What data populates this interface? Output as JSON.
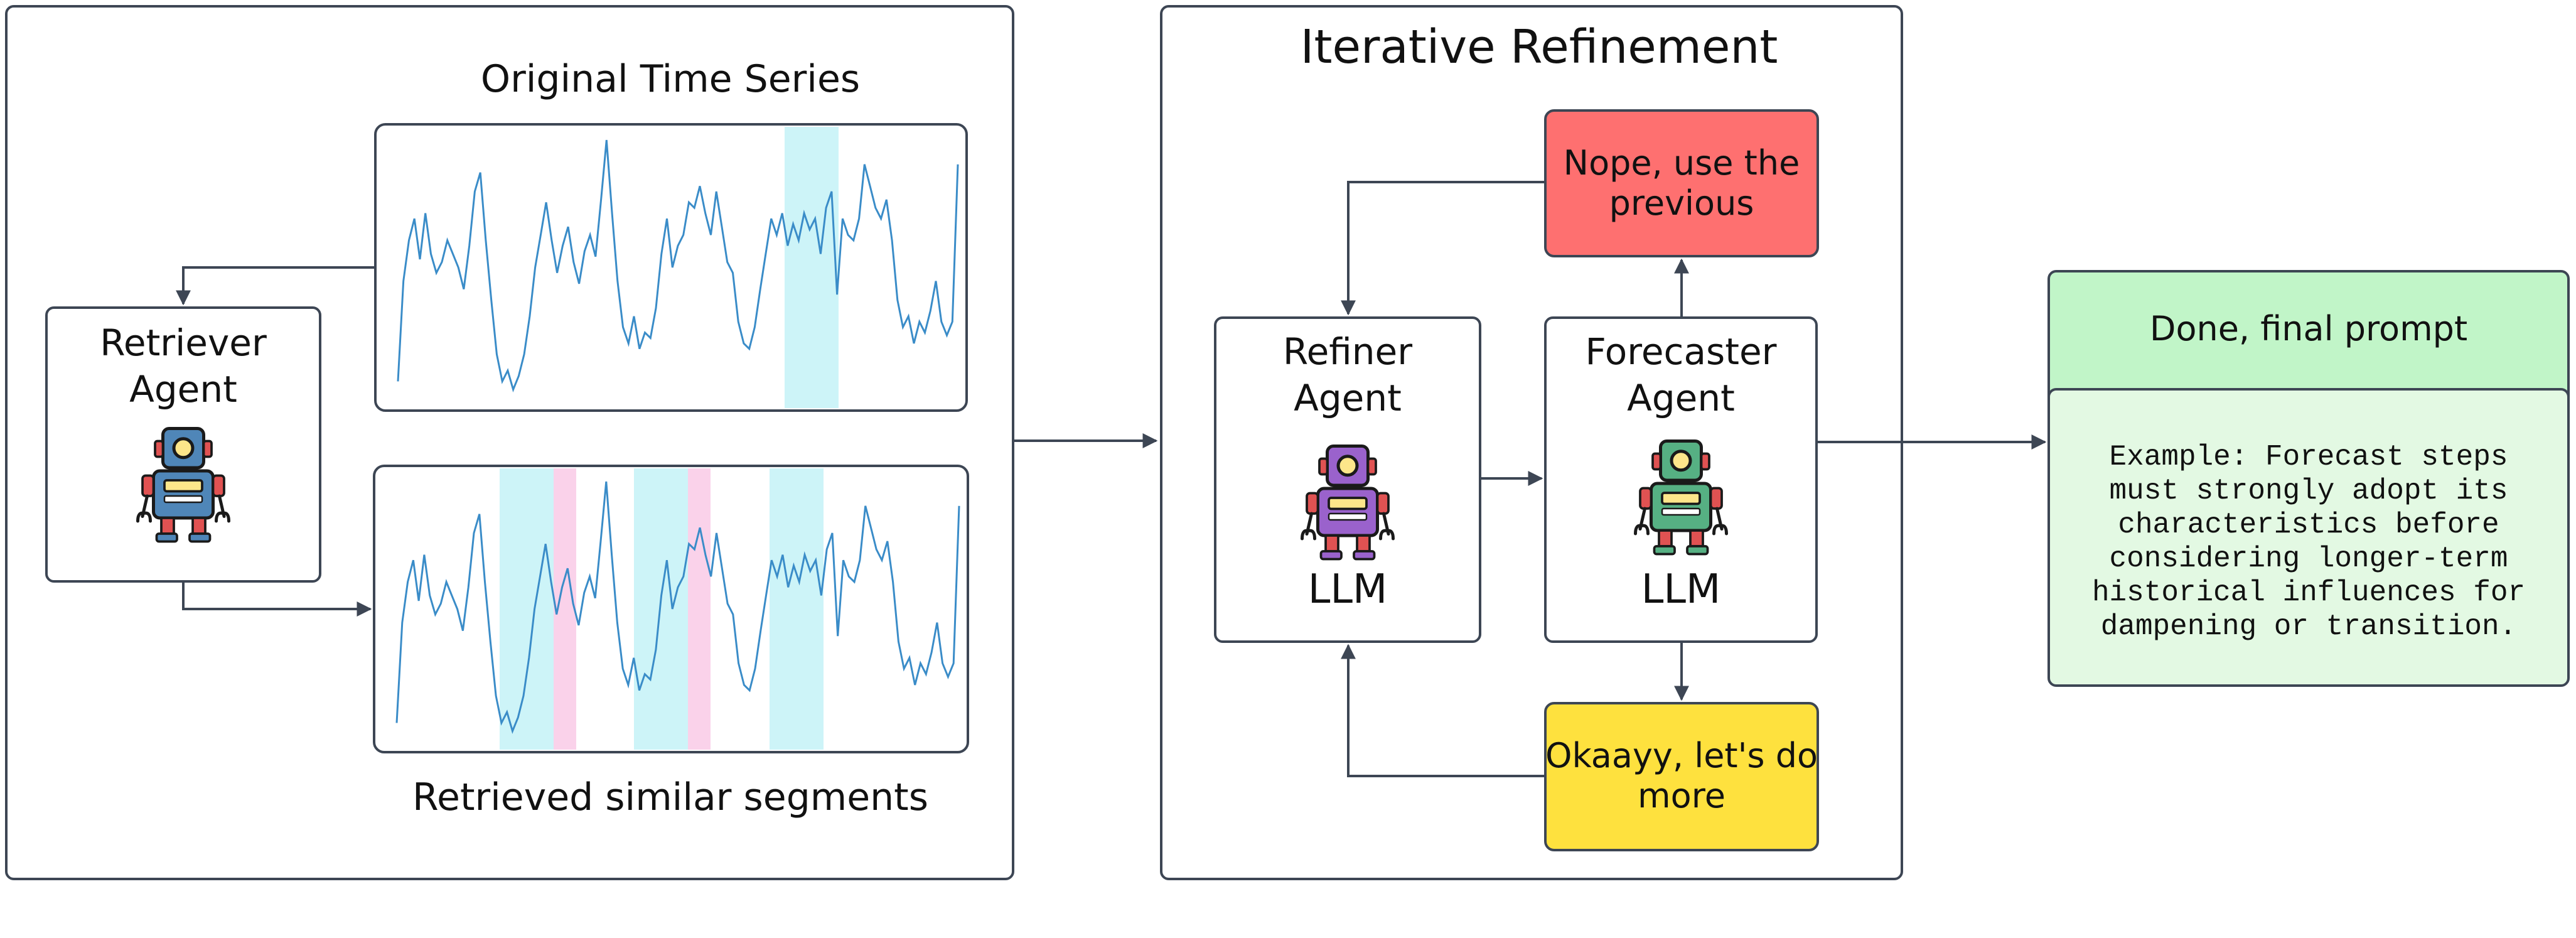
{
  "left_panel": {
    "original_title": "Original Time Series",
    "retrieved_title": "Retrieved similar segments",
    "retriever_label": [
      "Retriever",
      "Agent"
    ]
  },
  "middle_panel": {
    "title": "Iterative Refinement",
    "refiner_label": [
      "Refiner",
      "Agent"
    ],
    "refiner_llm": "LLM",
    "forecaster_label": [
      "Forecaster",
      "Agent"
    ],
    "forecaster_llm": "LLM",
    "reject_label": [
      "Nope, use the",
      "previous"
    ],
    "continue_label": [
      "Okaayy, let's do",
      "more"
    ]
  },
  "right_panel": {
    "done_label": "Done, final prompt",
    "example_lines": [
      "Example: Forecast steps",
      "must strongly adopt its",
      "characteristics before",
      "considering longer-term",
      "historical influences for",
      "dampening or transition."
    ]
  },
  "colors": {
    "reject": "#fe7070",
    "continue": "#fee13e",
    "done_header": "#c1f5c8",
    "done_body": "#e3f9e3",
    "cyan_highlight": "#cdf4f8",
    "pink_highlight": "#fad2ea",
    "series_line": "#3a8cc8",
    "retriever_robot": "#4f86b8",
    "refiner_robot": "#9a62cc",
    "forecaster_robot": "#56b083"
  },
  "icons": [
    "robot-icon"
  ]
}
